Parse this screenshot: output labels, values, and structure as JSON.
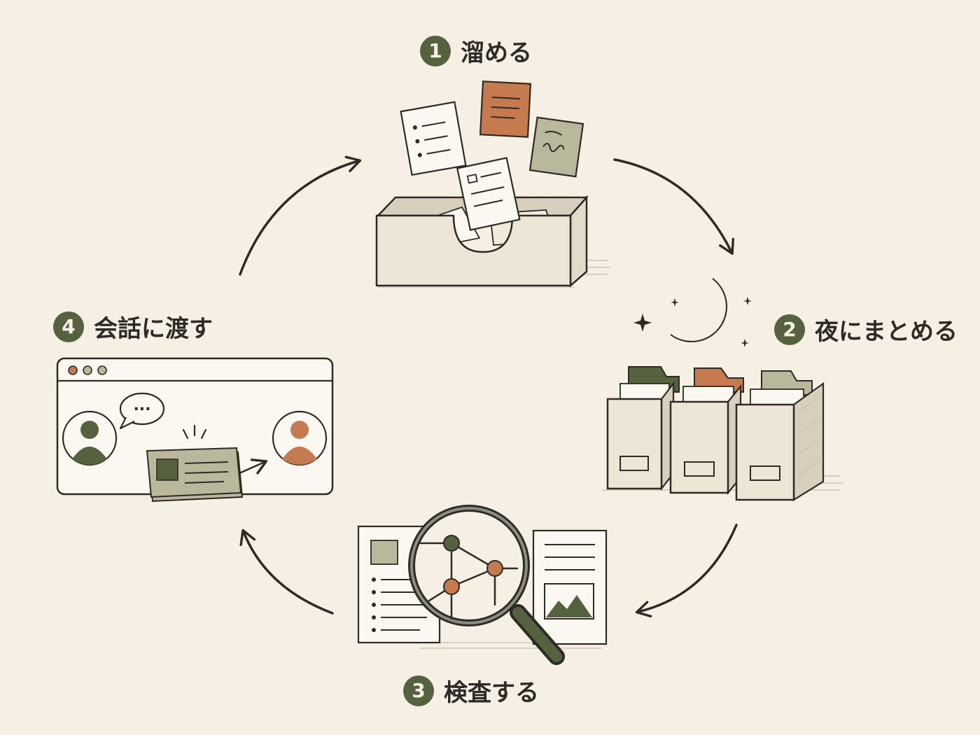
{
  "steps": [
    {
      "number": "1",
      "label": "溜める"
    },
    {
      "number": "2",
      "label": "夜にまとめる"
    },
    {
      "number": "3",
      "label": "検査する"
    },
    {
      "number": "4",
      "label": "会話に渡す"
    }
  ],
  "chat": {
    "bubble_text": "..."
  },
  "colors": {
    "background": "#f6f0e4",
    "ink": "#2e2b26",
    "olive": "#55613f",
    "sage": "#b9b89d",
    "terracotta": "#c57a4f",
    "paper": "#fbf8f1",
    "box": "#e9e2d2"
  }
}
